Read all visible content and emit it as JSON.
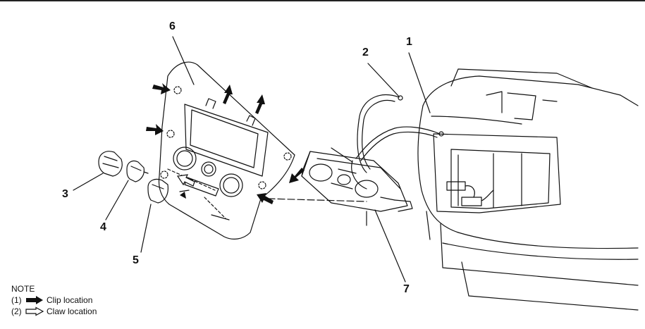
{
  "callouts": {
    "c1": "1",
    "c2": "2",
    "c3": "3",
    "c4": "4",
    "c5": "5",
    "c6": "6",
    "c7": "7"
  },
  "note": {
    "title": "NOTE",
    "items": [
      {
        "num": "(1)",
        "arrow": "solid-arrow-icon",
        "label": "Clip location"
      },
      {
        "num": "(2)",
        "arrow": "outline-arrow-icon",
        "label": "Claw location"
      }
    ]
  }
}
